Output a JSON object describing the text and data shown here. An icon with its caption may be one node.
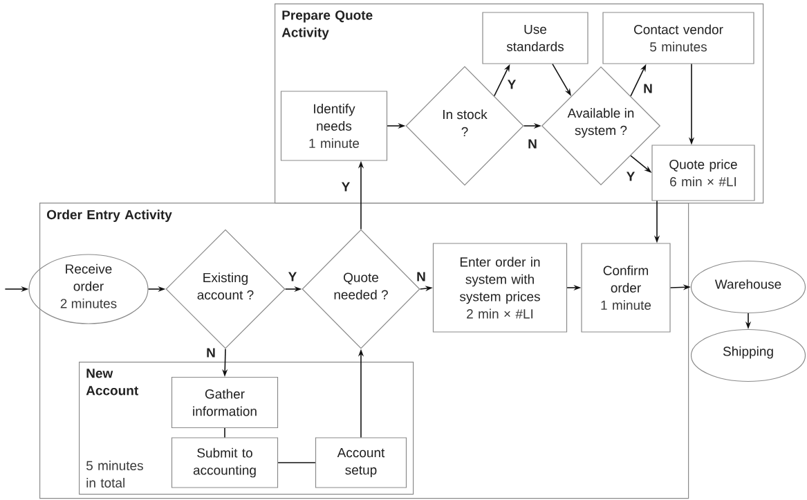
{
  "diagram": {
    "nodes": [
      {
        "text": [
          "Prepare Quote Activity"
        ]
      },
      {
        "text": [
          "Identify needs",
          "1 minute"
        ],
        "in": 0
      },
      {
        "text": [
          "In stock ?"
        ],
        "in": 0
      },
      {
        "text": [
          "Use standards"
        ],
        "in": 0
      },
      {
        "text": [
          "Available in system ?"
        ],
        "in": 0
      },
      {
        "text": [
          "Contact vendor",
          "5 minutes"
        ],
        "in": 0
      },
      {
        "text": [
          "Quote price",
          "6 min × #LI"
        ],
        "in": 0
      },
      {
        "text": [
          "Order Entry Activity"
        ]
      },
      {
        "text": [
          "Receive order",
          "2 minutes"
        ],
        "in": 7
      },
      {
        "text": [
          "Existing account ?"
        ],
        "in": 7
      },
      {
        "text": [
          "Quote needed ?"
        ],
        "in": 7
      },
      {
        "text": [
          "Enter order in system with system prices",
          "2 min × #LI"
        ],
        "in": 7
      },
      {
        "text": [
          "Confirm order",
          "1 minute"
        ],
        "in": 7
      },
      {
        "text": [
          "New Account",
          "5 minutes in total"
        ],
        "in": 7
      },
      {
        "text": [
          "Gather information"
        ],
        "in": 13
      },
      {
        "text": [
          "Submit to accounting"
        ],
        "in": 13
      },
      {
        "text": [
          "Account setup"
        ],
        "in": 13
      },
      {
        "text": [
          "Warehouse"
        ]
      },
      {
        "text": [
          "Shipping"
        ]
      }
    ],
    "edges": [
      {
        "from": null,
        "to": 8,
        "arrow": "to"
      },
      {
        "from": 8,
        "to": 9,
        "arrow": "to"
      },
      {
        "from": 9,
        "to": 10,
        "arrow": "to",
        "label": "Y"
      },
      {
        "from": 10,
        "to": 11,
        "arrow": "to",
        "label": "N"
      },
      {
        "from": 11,
        "to": 12,
        "arrow": "to"
      },
      {
        "from": 12,
        "to": 17,
        "arrow": "to"
      },
      {
        "from": 17,
        "to": 18,
        "arrow": "to"
      },
      {
        "from": 9,
        "to": 14,
        "arrow": "to",
        "label": "N"
      },
      {
        "from": 14,
        "to": 15,
        "arrow": "none"
      },
      {
        "from": 15,
        "to": 16,
        "arrow": "none"
      },
      {
        "from": 16,
        "to": 10,
        "arrow": "to"
      },
      {
        "from": 10,
        "to": 1,
        "arrow": "to",
        "label": "Y"
      },
      {
        "from": 1,
        "to": 2,
        "arrow": "to"
      },
      {
        "from": 2,
        "to": 3,
        "arrow": "to",
        "label": "Y"
      },
      {
        "from": 2,
        "to": 4,
        "arrow": "to",
        "label": "N"
      },
      {
        "from": 3,
        "to": 4,
        "arrow": "to"
      },
      {
        "from": 4,
        "to": 5,
        "arrow": "to",
        "label": "N"
      },
      {
        "from": 4,
        "to": 6,
        "arrow": "to",
        "label": "Y"
      },
      {
        "from": 5,
        "to": 6,
        "arrow": "to"
      },
      {
        "from": 6,
        "to": 12,
        "arrow": "to"
      }
    ]
  }
}
